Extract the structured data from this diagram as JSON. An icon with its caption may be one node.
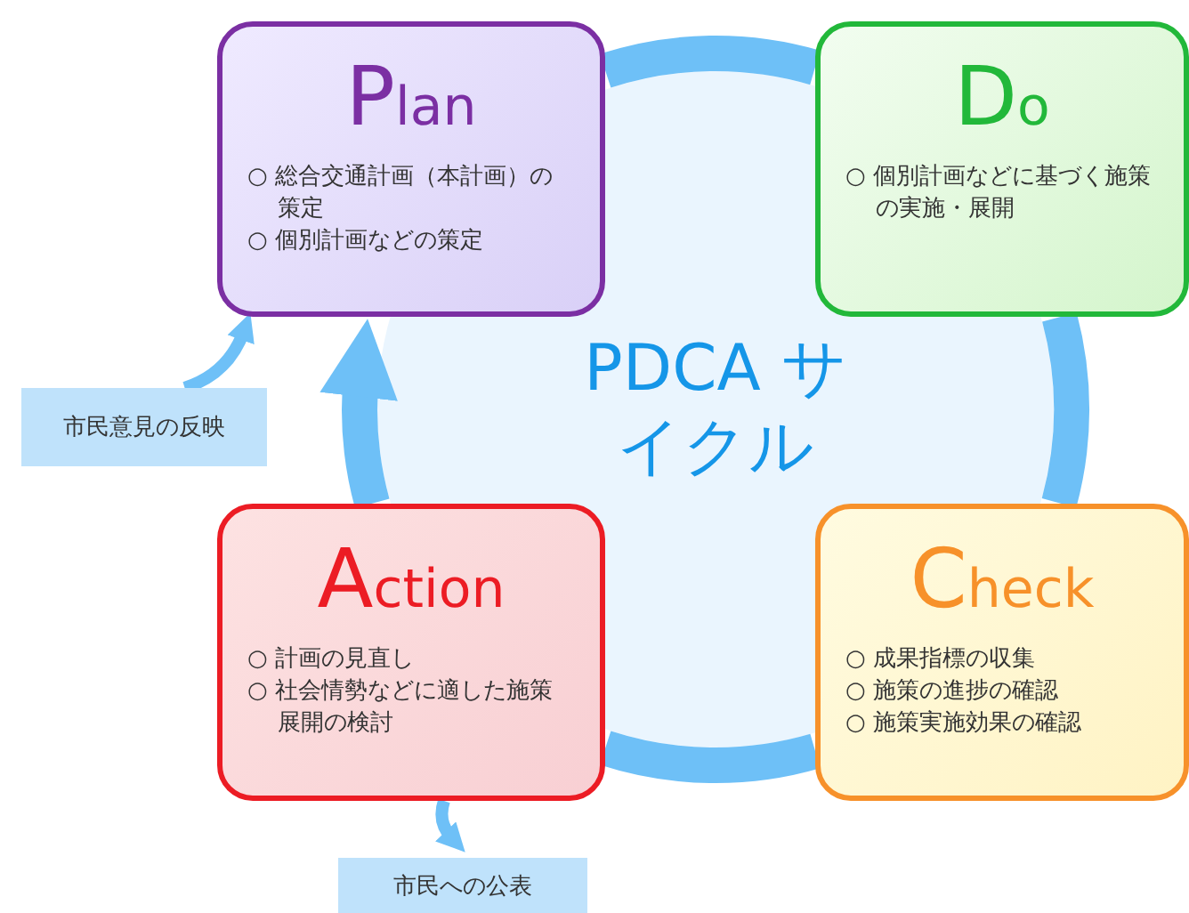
{
  "diagram": {
    "nodes": [
      {
        "text": [
          "Plan",
          "○ 総合交通計画（本計画）の策定",
          "○ 個別計画などの策定"
        ]
      },
      {
        "text": [
          "Do",
          "○ 個別計画などに基づく施策の実施・展開"
        ]
      },
      {
        "text": [
          "PDCA サイクル"
        ]
      },
      {
        "text": [
          "Check",
          "○ 成果指標の収集",
          "○ 施策の進捗の確認",
          "○ 施策実施効果の確認"
        ]
      },
      {
        "text": [
          "Action",
          "○ 計画の見直し",
          "○ 社会情勢などに適した施策展開の検討"
        ]
      },
      {
        "text": [
          "市民意見の反映"
        ]
      },
      {
        "text": [
          "市民への公表"
        ]
      }
    ],
    "edges": [
      {
        "from": 0,
        "to": 1,
        "arrow": "none"
      },
      {
        "from": 1,
        "to": 3,
        "arrow": "none"
      },
      {
        "from": 3,
        "to": 4,
        "arrow": "none"
      },
      {
        "from": 4,
        "to": 0,
        "arrow": "to"
      },
      {
        "from": 5,
        "to": 0,
        "arrow": "to"
      },
      {
        "from": 4,
        "to": 6,
        "arrow": "to"
      }
    ]
  }
}
